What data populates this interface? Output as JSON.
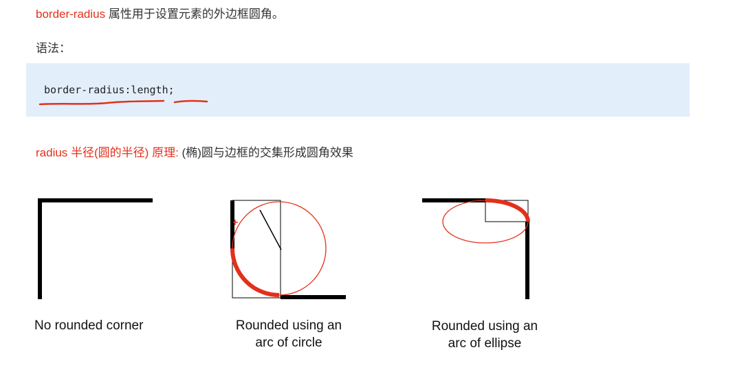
{
  "intro": {
    "property": "border-radius",
    "description": " 属性用于设置元素的外边框圆角。"
  },
  "syntax_label": "语法：",
  "code": {
    "text": "border-radius:length;"
  },
  "principle": {
    "term": "radius 半径(圆的半径) 原理: ",
    "description": "(椭)圆与边框的交集形成圆角效果"
  },
  "figures": [
    {
      "caption_line1": "No rounded corner",
      "caption_line2": ""
    },
    {
      "caption_line1": "Rounded using an",
      "caption_line2": "arc of circle"
    },
    {
      "caption_line1": "Rounded using an",
      "caption_line2": "arc of ellipse"
    }
  ],
  "colors": {
    "accent": "#e2301b",
    "code_bg": "#e3eefb"
  }
}
